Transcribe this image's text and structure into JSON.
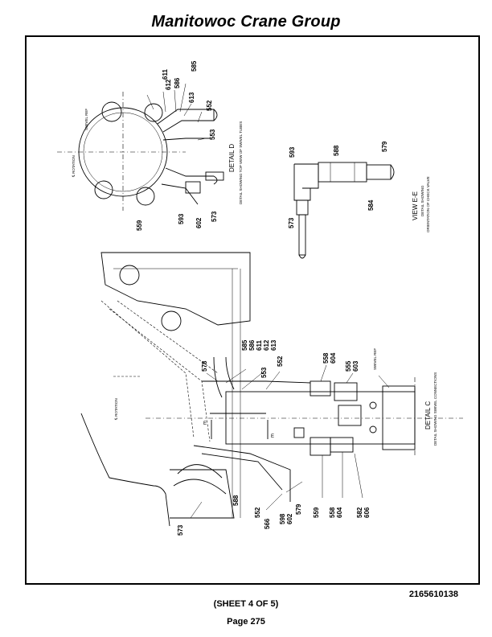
{
  "header": {
    "title": "Manitowoc Crane Group"
  },
  "footer": {
    "drawing_number": "2165610138",
    "sheet": "(SHEET 4 OF 5)",
    "page": "Page 275"
  },
  "detail_d": {
    "title": "DETAIL D",
    "subtitle": "DETAIL SHOWING TOP VIEW OF SWIVEL TUBES",
    "rotation_label": "℄ ROTATION",
    "swivel_ref": "SWIVEL REF",
    "callouts": [
      "612",
      "611",
      "586",
      "585",
      "613",
      "552",
      "553",
      "573",
      "602",
      "593",
      "559"
    ]
  },
  "view_ee": {
    "title": "VIEW E-E",
    "subtitle1": "DETAIL SHOWING",
    "subtitle2": "ORIENTATION OF CHECK VALVE",
    "callouts": [
      "593",
      "588",
      "579",
      "573",
      "584"
    ]
  },
  "detail_c": {
    "title": "DETAIL C",
    "subtitle": "DETAIL SHOWING SWIVEL CONNECTIONS",
    "rotation_label": "℄ ROTATION",
    "swivel_ref": "SWIVEL REF",
    "section_mark": "E",
    "callouts": {
      "c578": "578",
      "c585": "585",
      "c586": "586",
      "c611": "611",
      "c612": "612",
      "c613": "613",
      "c553": "553",
      "c552a": "552",
      "c558a": "558",
      "c604a": "604",
      "c555": "555",
      "c603": "603",
      "c573": "573",
      "c566": "566",
      "c552b": "552",
      "c588": "588",
      "c598": "598",
      "c602": "602",
      "c579": "579",
      "c559": "559",
      "c558b": "558",
      "c604b": "604",
      "c582": "582",
      "c606": "606"
    }
  }
}
